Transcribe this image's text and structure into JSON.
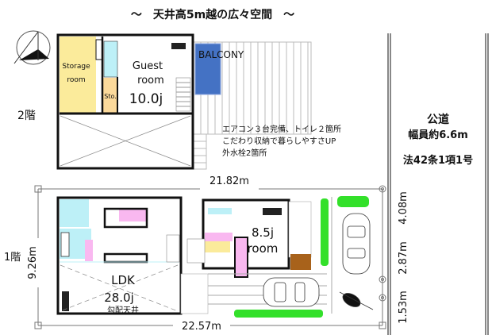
{
  "title": "～　天井高5m越の広々空間　～",
  "floor2": {
    "label": "2階",
    "storage": [
      "Storage",
      "room"
    ],
    "sto": "Sto.",
    "guest": [
      "Guest",
      "room",
      "10.0j"
    ],
    "balcony": "BALCONY"
  },
  "notes": [
    "エアコン３台完備、トイレ２箇所",
    "こだわり収納で暮らしやすさUP",
    "外水栓2箇所"
  ],
  "road": {
    "name": "公道",
    "width": "幅員約6.6m",
    "law": "法42条1項1号"
  },
  "floor1": {
    "label": "1階",
    "ldk": [
      "LDK",
      "28.0j",
      "勾配天井"
    ],
    "room": [
      "8.5j",
      "room"
    ]
  },
  "dimensions": {
    "top": "21.82m",
    "bottom": "22.57m",
    "left": "9.26m",
    "right": [
      "4.08m",
      "2.87m",
      "1.53m"
    ]
  },
  "colors": {
    "storage": "#fbeb9b",
    "sto": "#fbd99b",
    "wet": "#bdf0f7",
    "closet": "#f9b8f0",
    "balcony": "#4472c4",
    "green": "#33e02a"
  }
}
